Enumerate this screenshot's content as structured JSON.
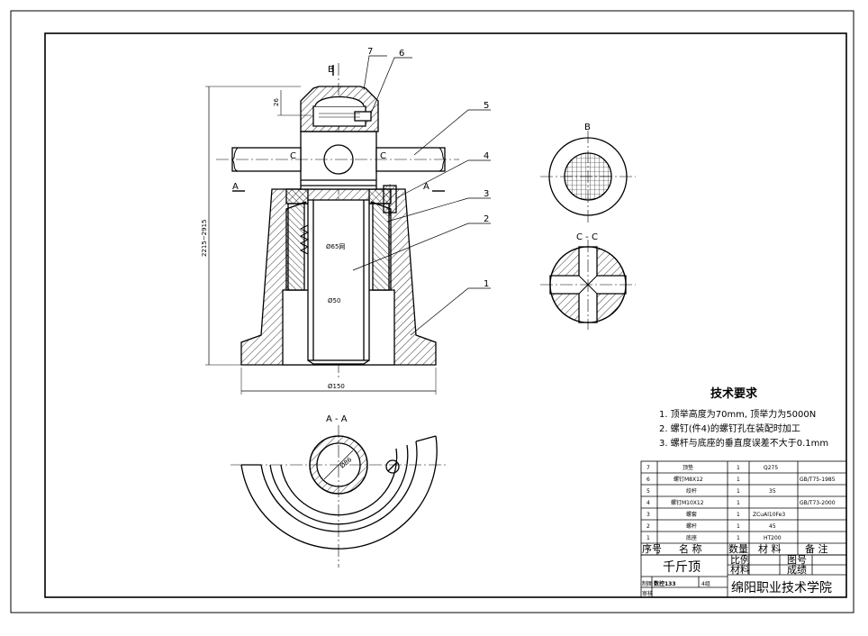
{
  "views": {
    "main_label_top": "B",
    "b_label": "B",
    "cc_label": "C - C",
    "aa_label": "A - A",
    "section_c": "C",
    "section_a": "A"
  },
  "dims": {
    "d26": "26",
    "height_range": "2215~2915",
    "d65": "Ø65网",
    "d50": "Ø50",
    "d150": "Ø150",
    "d86": "Ø86"
  },
  "leaders": [
    "1",
    "2",
    "3",
    "4",
    "5",
    "6",
    "7"
  ],
  "tech_requirements": {
    "title": "技术要求",
    "items": [
      "1. 顶举高度为70mm, 顶举力为5000N",
      "2. 螺钉(件4)的螺钉孔在装配时加工",
      "3. 螺杆与底座的垂直度误差不大于0.1mm"
    ]
  },
  "parts_list": {
    "rows": [
      {
        "no": "7",
        "name": "顶垫",
        "qty": "1",
        "mat": "Q275",
        "note": ""
      },
      {
        "no": "6",
        "name": "螺钉M8X12",
        "qty": "1",
        "mat": "",
        "note": "GB/T75-1985"
      },
      {
        "no": "5",
        "name": "绞杆",
        "qty": "1",
        "mat": "35",
        "note": ""
      },
      {
        "no": "4",
        "name": "螺钉M10X12",
        "qty": "1",
        "mat": "",
        "note": "GB/T73-2000"
      },
      {
        "no": "3",
        "name": "螺套",
        "qty": "1",
        "mat": "ZCuAl10Fe3",
        "note": ""
      },
      {
        "no": "2",
        "name": "螺杆",
        "qty": "1",
        "mat": "45",
        "note": ""
      },
      {
        "no": "1",
        "name": "底座",
        "qty": "1",
        "mat": "HT200",
        "note": ""
      }
    ],
    "header": {
      "no": "序号",
      "name": "名 称",
      "qty": "数量",
      "mat": "材 料",
      "note": "备 注"
    }
  },
  "title_block": {
    "title": "千斤顶",
    "scale_label": "比例",
    "drawing_no_label": "图号",
    "material_label": "材料",
    "grade_label": "成绩",
    "drawn_label": "制图",
    "class_label": "数控133",
    "group_label": "4组",
    "checked_label": "审核",
    "school": "绵阳职业技术学院"
  }
}
